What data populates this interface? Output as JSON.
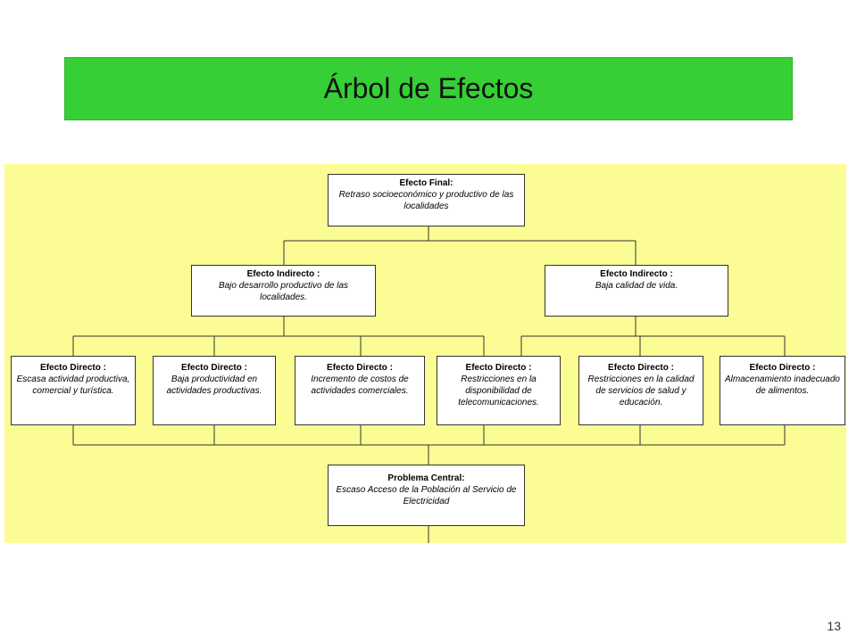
{
  "title": "Árbol de Efectos",
  "page_number": "13",
  "colors": {
    "title_bg": "#36cf36",
    "diagram_bg": "#fcfc94",
    "node_bg": "#ffffff",
    "line": "#333333"
  },
  "nodes": {
    "final": {
      "heading": "Efecto Final:",
      "text": "Retraso socioeconómico y productivo de las localidades"
    },
    "indirect_1": {
      "heading": "Efecto Indirecto :",
      "text": "Bajo desarrollo productivo de las localidades."
    },
    "indirect_2": {
      "heading": "Efecto Indirecto :",
      "text": "Baja calidad de vida."
    },
    "direct_1": {
      "heading": "Efecto Directo :",
      "text": "Escasa actividad productiva, comercial y turística."
    },
    "direct_2": {
      "heading": "Efecto Directo :",
      "text": "Baja productividad en actividades productivas."
    },
    "direct_3": {
      "heading": "Efecto Directo :",
      "text": "Incremento de costos de actividades comerciales."
    },
    "direct_4": {
      "heading": "Efecto Directo :",
      "text": "Restricciones en la disponibilidad de telecomunicaciones."
    },
    "direct_5": {
      "heading": "Efecto Directo :",
      "text": "Restricciones en la calidad de servicios de salud y educación."
    },
    "direct_6": {
      "heading": "Efecto Directo :",
      "text": "Almacenamiento inadecuado de alimentos."
    },
    "central": {
      "heading": "Problema Central:",
      "text": "Escaso Acceso de la Población al Servicio de Electricidad"
    }
  }
}
